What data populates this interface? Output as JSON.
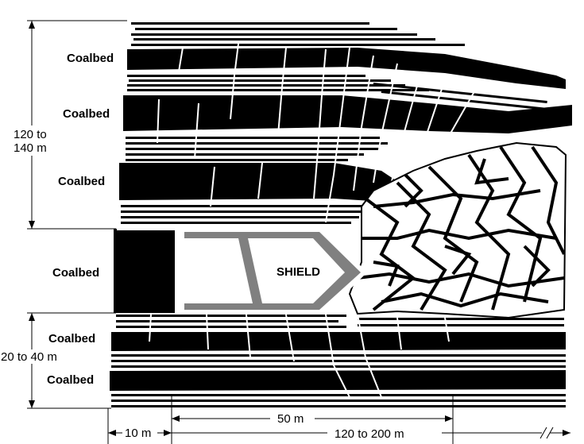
{
  "diagram": {
    "labels": {
      "coalbed": "Coalbed",
      "shield": "SHIELD",
      "upper_height": "120 to\n140 m",
      "lower_height": "20 to 40 m",
      "dist_10": "10 m",
      "dist_50": "50 m",
      "dist_120_200": "120 to 200 m"
    },
    "colors": {
      "ink": "#000000",
      "paper": "#ffffff",
      "shield_frame": "#808080"
    }
  }
}
